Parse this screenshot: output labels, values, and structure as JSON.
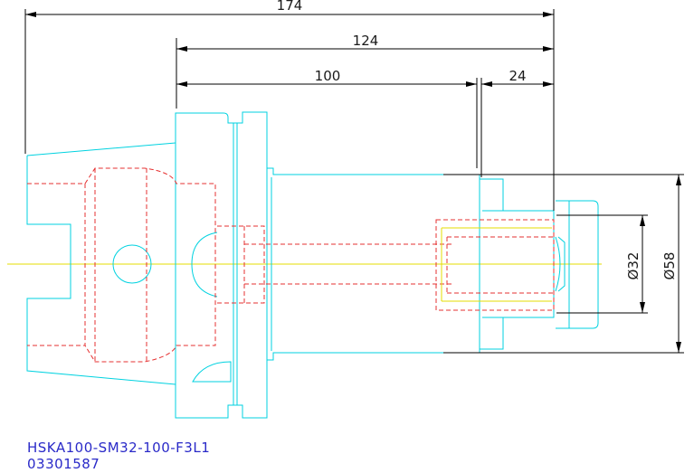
{
  "colors": {
    "outline": "#00d2e0",
    "hidden": "#e63030",
    "centerline": "#e6dc00",
    "dimension": "#000000",
    "caption": "#2a2ac8"
  },
  "dimensions": {
    "overall_length": "174",
    "projection_length": "124",
    "gauge_length": "100",
    "nut_length": "24",
    "clamp_diameter": "Ø32",
    "body_diameter": "Ø58"
  },
  "caption": {
    "part_number": "HSKA100-SM32-100-F3L1",
    "article_number": "03301587"
  }
}
